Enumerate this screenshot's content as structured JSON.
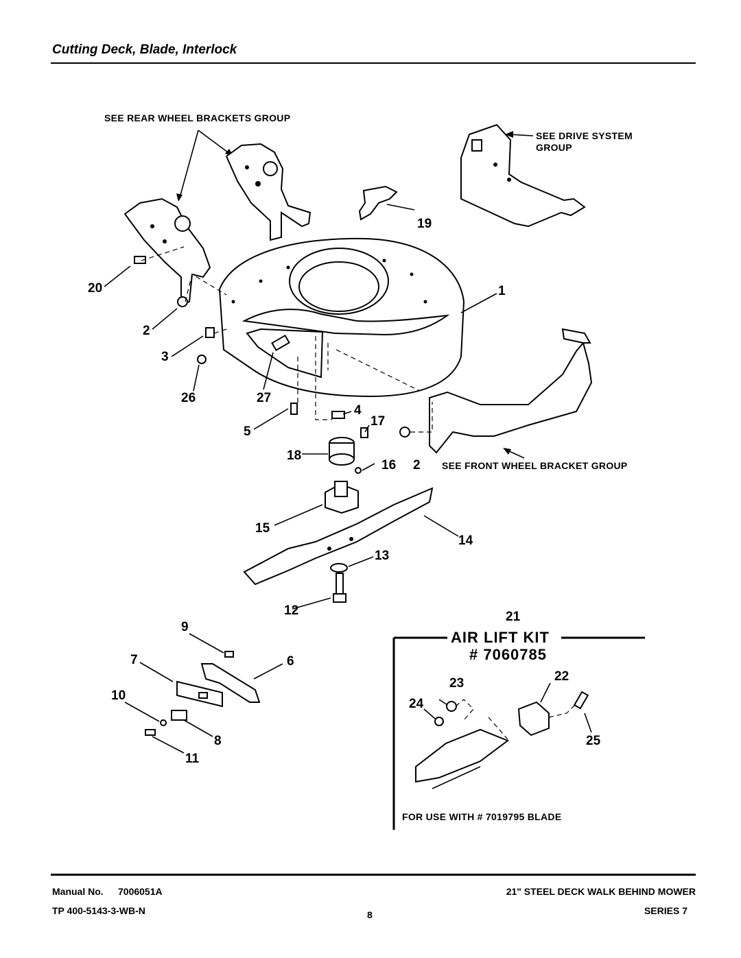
{
  "header": {
    "title": "Cutting Deck, Blade, Interlock"
  },
  "notes": {
    "rear_wheel": "SEE REAR WHEEL BRACKETS GROUP",
    "drive_system_line1": "SEE DRIVE SYSTEM",
    "drive_system_line2": "GROUP",
    "front_wheel": "SEE FRONT WHEEL BRACKET GROUP"
  },
  "callouts": {
    "c1": "1",
    "c2a": "2",
    "c2b": "2",
    "c3": "3",
    "c4": "4",
    "c5": "5",
    "c6": "6",
    "c7": "7",
    "c8": "8",
    "c9": "9",
    "c10": "10",
    "c11": "11",
    "c12": "12",
    "c13": "13",
    "c14": "14",
    "c15": "15",
    "c16": "16",
    "c17": "17",
    "c18": "18",
    "c19": "19",
    "c20": "20",
    "c21": "21",
    "c22": "22",
    "c23": "23",
    "c24": "24",
    "c25": "25",
    "c26": "26",
    "c27": "27"
  },
  "air_lift_kit": {
    "title": "AIR LIFT KIT",
    "part_number": "# 7060785",
    "usage_note": "FOR USE WITH # 7019795 BLADE"
  },
  "footer": {
    "manual_label": "Manual No.",
    "manual_number": "7006051A",
    "tp_code": "TP 400-5143-3-WB-N",
    "page_number": "8",
    "product": "21\" STEEL DECK WALK BEHIND MOWER",
    "series": "SERIES 7"
  }
}
